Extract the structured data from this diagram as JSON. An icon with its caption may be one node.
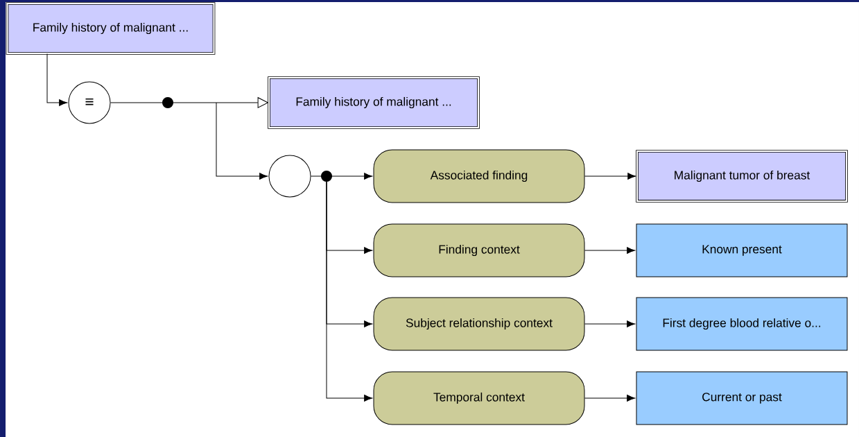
{
  "diagram": {
    "nodes": [
      {
        "text": [
          "Family history of malignant ..."
        ]
      },
      {
        "text": [
          "≡"
        ]
      },
      {
        "text": [],
        "shape": "dot"
      },
      {
        "text": [
          "Family history of malignant ..."
        ]
      },
      {
        "text": [],
        "shape": "circle"
      },
      {
        "text": [],
        "shape": "dot"
      },
      {
        "text": [
          "Associated finding"
        ]
      },
      {
        "text": [
          "Finding context"
        ]
      },
      {
        "text": [
          "Subject relationship context"
        ]
      },
      {
        "text": [
          "Temporal context"
        ]
      },
      {
        "text": [
          "Malignant tumor of breast"
        ]
      },
      {
        "text": [
          "Known present"
        ]
      },
      {
        "text": [
          "First degree blood relative o..."
        ]
      },
      {
        "text": [
          "Current or past"
        ]
      }
    ],
    "edges": [
      {
        "from": 0,
        "to": 1,
        "arrow": "to"
      },
      {
        "from": 1,
        "to": 2,
        "arrow": "none"
      },
      {
        "from": 2,
        "to": 3,
        "arrow": "to"
      },
      {
        "from": 2,
        "to": 4,
        "arrow": "to"
      },
      {
        "from": 4,
        "to": 5,
        "arrow": "none"
      },
      {
        "from": 5,
        "to": 6,
        "arrow": "to"
      },
      {
        "from": 5,
        "to": 7,
        "arrow": "to"
      },
      {
        "from": 5,
        "to": 8,
        "arrow": "to"
      },
      {
        "from": 5,
        "to": 9,
        "arrow": "to"
      },
      {
        "from": 6,
        "to": 10,
        "arrow": "to"
      },
      {
        "from": 7,
        "to": 11,
        "arrow": "to"
      },
      {
        "from": 8,
        "to": 12,
        "arrow": "to"
      },
      {
        "from": 9,
        "to": 13,
        "arrow": "to"
      }
    ]
  }
}
